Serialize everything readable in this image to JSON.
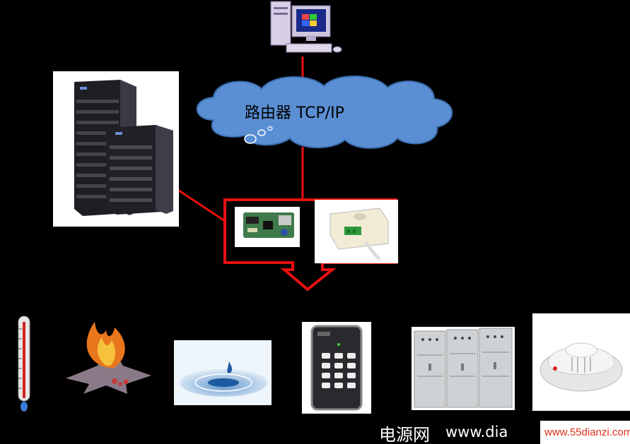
{
  "cloud": {
    "label": "路由器 TCP/IP"
  },
  "watermark": {
    "chinese": "电源网",
    "url": "www.dia",
    "badge": "www.55dianzi.com"
  },
  "colors": {
    "connector_red": "#e81010",
    "cloud_blue": "#5a8fd4"
  },
  "icons": [
    "computer-icon",
    "ups-cabinet-image",
    "network-card-image",
    "sensor-module-image",
    "thermometer-icon",
    "flame-icon",
    "water-drop-image",
    "access-keypad-image",
    "electrical-cabinet-image",
    "smoke-detector-image"
  ]
}
